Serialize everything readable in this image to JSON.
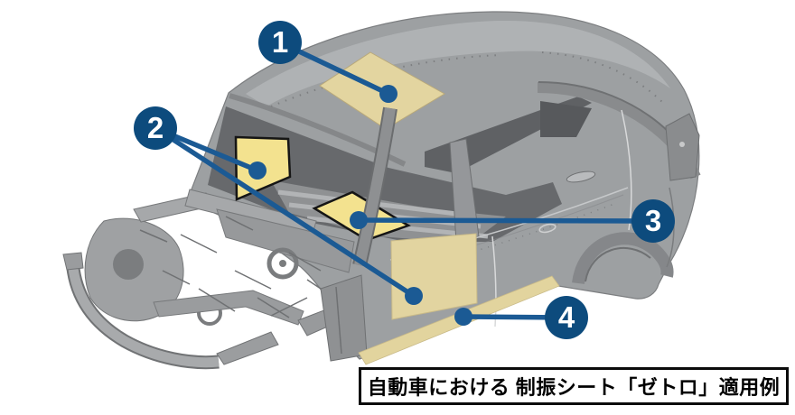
{
  "caption": {
    "text": "自動車における 制振シート「ゼトロ」適用例"
  },
  "callouts": [
    {
      "number": "1",
      "target": "roof-panel-patch"
    },
    {
      "number": "2",
      "target": "dash-panel-and-door-inner-patches"
    },
    {
      "number": "3",
      "target": "floor-panel-patch"
    },
    {
      "number": "4",
      "target": "rocker-sill-patch"
    }
  ],
  "colors": {
    "callout_circle_blue": "#0d4b7d",
    "leader_line_blue": "#1b5a94",
    "patch_bright_yellow": "#f3e28f",
    "patch_muted_tan": "#e3d5a0",
    "car_body_gray": "#9da0a2",
    "caption_border_black": "#0b0b0b"
  }
}
